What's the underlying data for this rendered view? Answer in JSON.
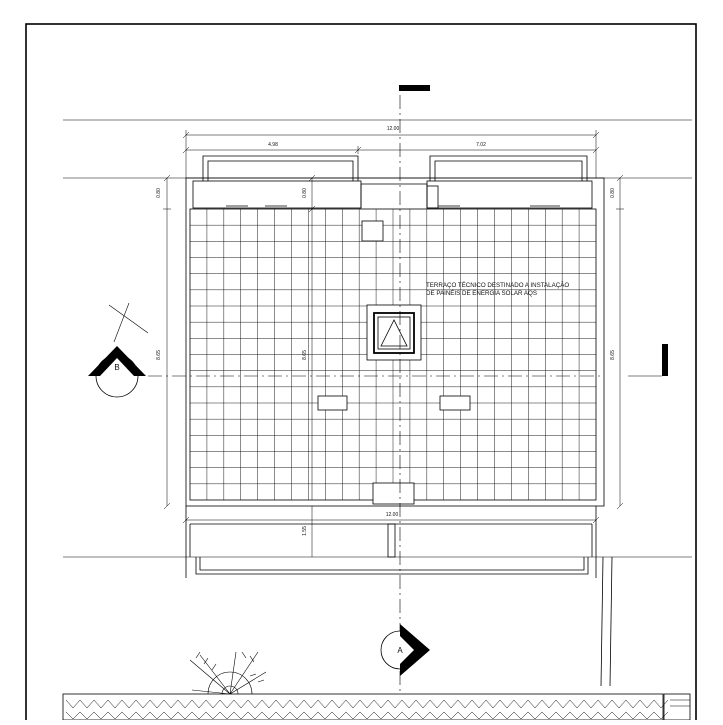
{
  "drawing": {
    "note_line_1": "TERRAÇO TÉCNICO DESTINADO A INSTALAÇÃO",
    "note_line_2": "DE PAINÉIS DE ENERGIA SOLAR AQS",
    "dimensions": {
      "overall_width_top": "12.00",
      "left_segment": "4.98",
      "right_segment": "7.02",
      "left_parapet_depth": "0.80",
      "center_parapet_depth": "0.80",
      "right_parapet_depth": "0.80",
      "left_depth": "8.65",
      "center_depth": "8.65",
      "right_depth": "8.65",
      "overall_width_bottom": "12.00",
      "balcony_depth": "1.55"
    },
    "section_marks": {
      "left": "B",
      "bottom": "A"
    }
  }
}
